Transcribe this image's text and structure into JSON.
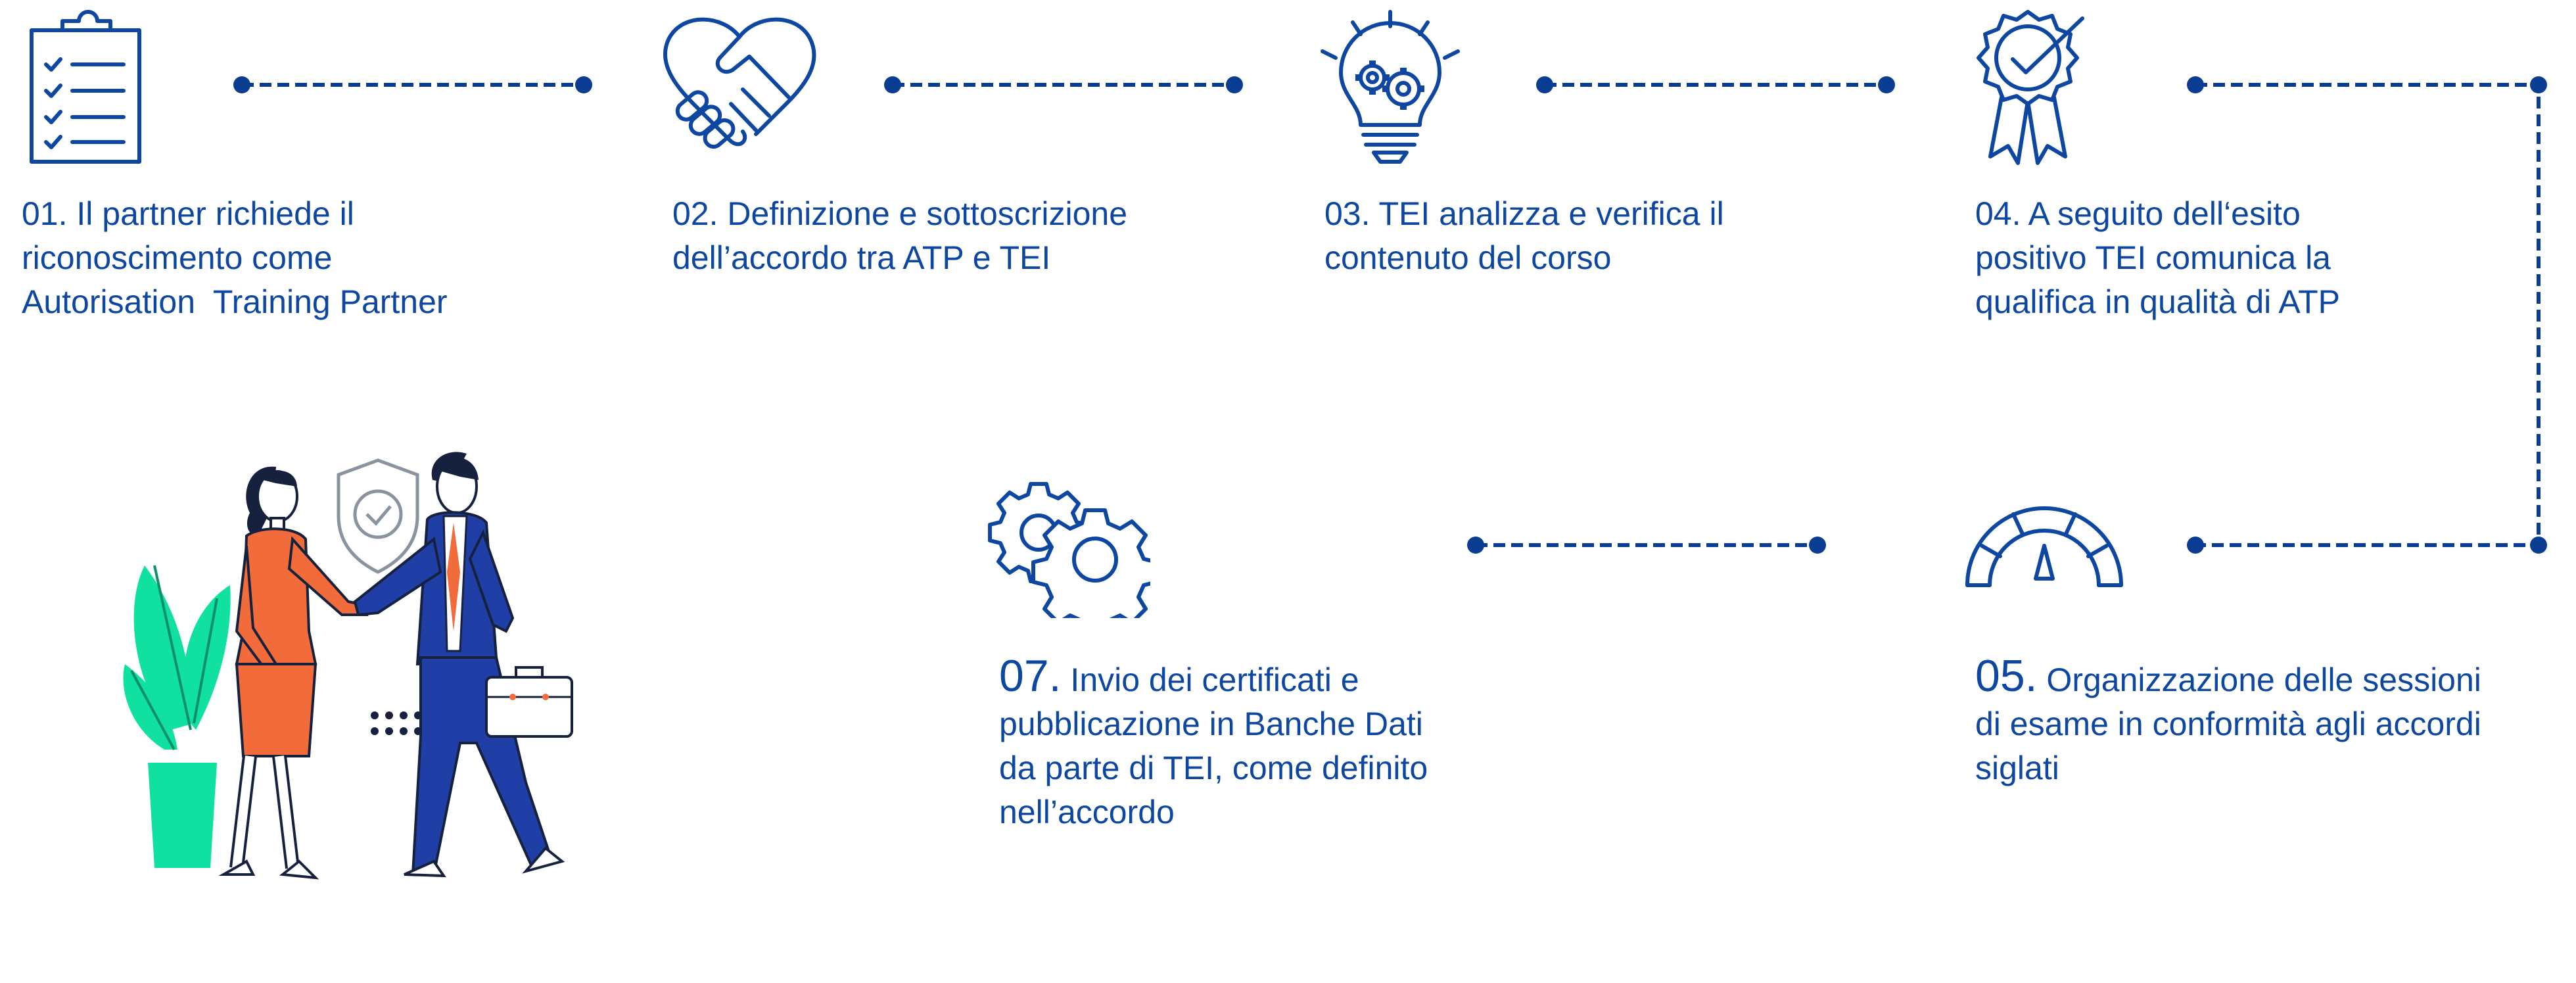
{
  "colors": {
    "primary": "#0d47a1",
    "dot": "#0a3d91",
    "orange": "#f26b3a",
    "green": "#10e0a0",
    "navy": "#16213e",
    "suit": "#1f3fa6"
  },
  "steps": [
    {
      "id": "01",
      "icon": "clipboard-checklist-icon",
      "lines": [
        "01. Il partner richiede il",
        "riconoscimento come",
        "Autorisation  Training Partner"
      ]
    },
    {
      "id": "02",
      "icon": "handshake-icon",
      "lines": [
        "02. Definizione e sottoscrizione",
        "dell’accordo tra ATP e TEI"
      ]
    },
    {
      "id": "03",
      "icon": "lightbulb-gears-icon",
      "lines": [
        "03. TEI analizza e verifica il",
        "contenuto del corso"
      ]
    },
    {
      "id": "04",
      "icon": "award-badge-icon",
      "lines": [
        "04. A seguito dell‘esito",
        "positivo TEI comunica la",
        "qualifica in qualità di ATP"
      ]
    },
    {
      "id": "05",
      "icon": "speedometer-icon",
      "number": "05.",
      "lines": [
        " Organizzazione delle sessioni",
        "di esame in conformità agli accordi",
        "siglati"
      ]
    },
    {
      "id": "07",
      "icon": "gears-icon",
      "number": "07.",
      "lines": [
        " Invio dei certificati e",
        "pubblicazione in Banche Dati",
        "da parte di TEI, come definito",
        "nell’accordo"
      ]
    }
  ],
  "illustration": {
    "icon": "business-handshake-illustration",
    "shield_icon": "shield-check-icon"
  }
}
